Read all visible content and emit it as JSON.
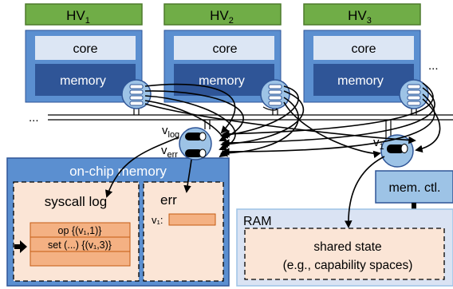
{
  "hypervisors": [
    {
      "title": "HV",
      "sub": "1",
      "core": "core",
      "memory": "memory"
    },
    {
      "title": "HV",
      "sub": "2",
      "core": "core",
      "memory": "memory"
    },
    {
      "title": "HV",
      "sub": "3",
      "core": "core",
      "memory": "memory"
    }
  ],
  "ellipsis": "...",
  "buffers": {
    "log": {
      "base": "v",
      "sub": "log"
    },
    "err": {
      "base": "v",
      "sub": "err"
    },
    "v1": {
      "base": "v",
      "sub": "1"
    }
  },
  "onchip": {
    "title": "on-chip memory",
    "syscall_log": {
      "title": "syscall log",
      "entries": [
        "op {(v₁,1)}",
        "set (...) {(v₁,3)}",
        ""
      ]
    },
    "err": {
      "title": "err",
      "field_label": "v₁:"
    }
  },
  "mem_ctl": "mem. ctl.",
  "ram": {
    "title": "RAM",
    "shared_state": [
      "shared state",
      "(e.g., capability spaces)"
    ]
  },
  "colors": {
    "hv_header": "#70ad47",
    "hv_header_border": "#4d7a2c",
    "hv_body": "#5b8fd0",
    "core_fill": "#dce6f4",
    "memory_fill": "#2f5597",
    "onchip_fill": "#5b8fd0",
    "panel_fill": "#fbe5d6",
    "entry_fill": "#f4b183",
    "entry_border": "#c55a11",
    "ram_fill": "#dae3f3",
    "disc_fill": "#9dc3e6"
  }
}
